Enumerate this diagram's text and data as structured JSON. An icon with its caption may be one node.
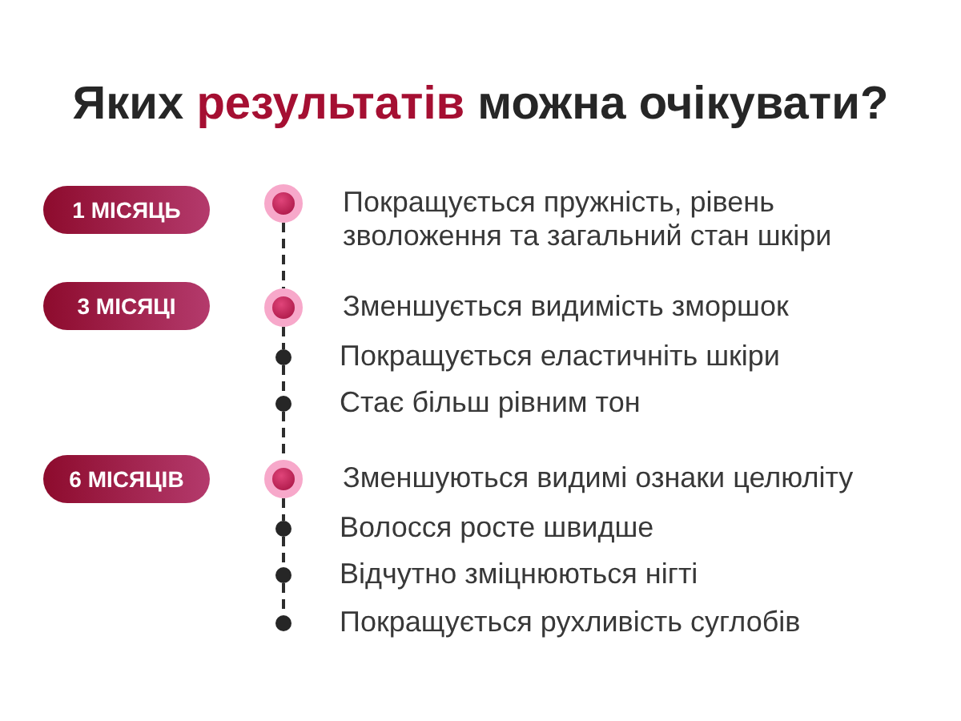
{
  "diagram": {
    "title": "Яких результатів можна очікувати?",
    "nodes": [
      {
        "text": [
          "1 МІСЯЦЬ"
        ]
      },
      {
        "text": [],
        "shape": "circle",
        "beside": [
          "Покращується пружність, рівень зволоження та загальний стан шкіри"
        ]
      },
      {
        "text": [
          "3 МІСЯЦІ"
        ]
      },
      {
        "text": [],
        "shape": "circle",
        "beside": [
          "Зменшується видимість зморшок"
        ]
      },
      {
        "text": [],
        "shape": "circle",
        "beside": [
          "Покращується еластичніть шкіри"
        ]
      },
      {
        "text": [],
        "shape": "circle",
        "beside": [
          "Стає більш рівним тон"
        ]
      },
      {
        "text": [
          "6 МІСЯЦІВ"
        ]
      },
      {
        "text": [],
        "shape": "circle",
        "beside": [
          "Зменшуються видимі ознаки целюліту"
        ]
      },
      {
        "text": [],
        "shape": "circle",
        "beside": [
          "Волосся росте швидше"
        ]
      },
      {
        "text": [],
        "shape": "circle",
        "beside": [
          "Відчутно зміцнюються нігті"
        ]
      },
      {
        "text": [],
        "shape": "circle",
        "beside": [
          "Покращується рухливість суглобів"
        ]
      }
    ],
    "edges": [
      {
        "from": 1,
        "to": 3,
        "arrow": "none",
        "style": "dashed"
      },
      {
        "from": 3,
        "to": 4,
        "arrow": "none",
        "style": "dashed"
      },
      {
        "from": 4,
        "to": 5,
        "arrow": "none",
        "style": "dashed"
      },
      {
        "from": 5,
        "to": 7,
        "arrow": "none",
        "style": "dashed"
      },
      {
        "from": 7,
        "to": 8,
        "arrow": "none",
        "style": "dashed"
      },
      {
        "from": 8,
        "to": 9,
        "arrow": "none",
        "style": "dashed"
      },
      {
        "from": 9,
        "to": 10,
        "arrow": "none",
        "style": "dashed"
      }
    ]
  }
}
